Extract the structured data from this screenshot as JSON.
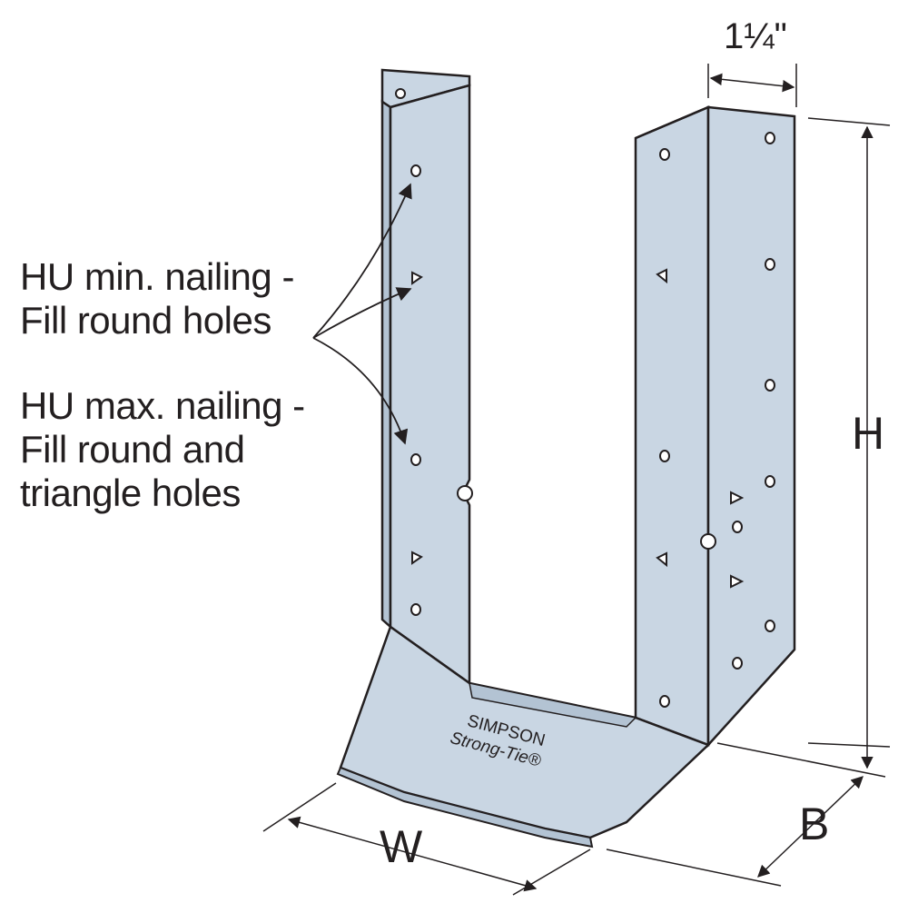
{
  "callouts": {
    "min_line1": "HU min. nailing -",
    "min_line2": "Fill round holes",
    "max_line1": "HU max. nailing -",
    "max_line2": "Fill round and",
    "max_line3": "triangle holes"
  },
  "dimensions": {
    "top": "1¼\"",
    "height": "H",
    "width": "W",
    "base": "B"
  },
  "logo": {
    "line1": "SIMPSON",
    "line2": "Strong-Tie®"
  },
  "colors": {
    "metal": "#c9d6e3",
    "metal_dark": "#b3c3d3",
    "outline": "#231f20",
    "text": "#231f20"
  }
}
